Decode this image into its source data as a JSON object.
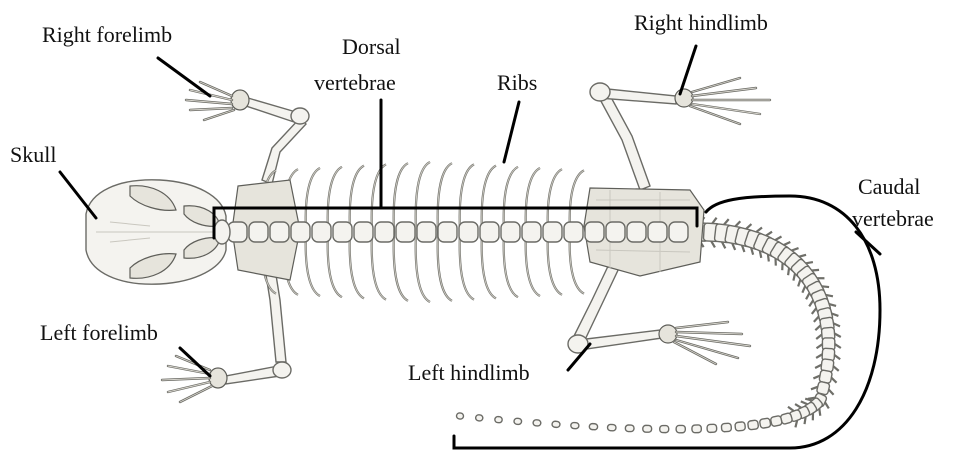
{
  "labels": {
    "right_forelimb": "Right forelimb",
    "dorsal_line1": "Dorsal",
    "dorsal_line2": "vertebrae",
    "ribs": "Ribs",
    "right_hindlimb": "Right hindlimb",
    "skull": "Skull",
    "caudal_line1": "Caudal",
    "caudal_line2": "vertebrae",
    "left_forelimb": "Left forelimb",
    "left_hindlimb": "Left hindlimb"
  },
  "colors": {
    "ink": "#000000",
    "bone_fill": "#f4f3ef",
    "bone_stroke": "#6b6b66",
    "background": "#ffffff"
  }
}
